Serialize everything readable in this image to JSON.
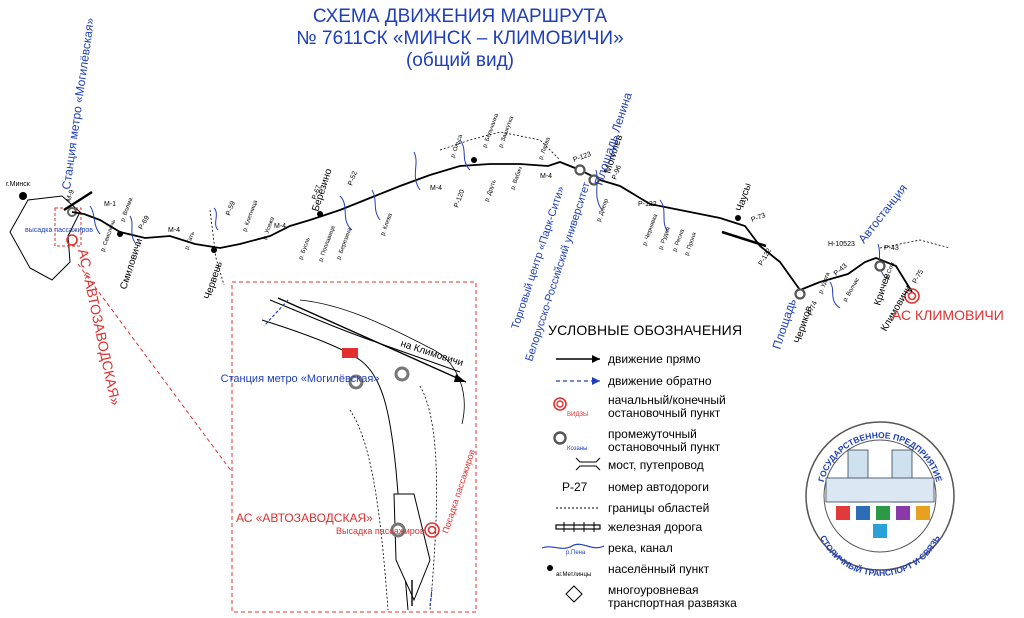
{
  "title": {
    "line1": "СХЕМА ДВИЖЕНИЯ МАРШРУТА",
    "line2": "№ 7611СК «МИНСК – КЛИМОВИЧИ»",
    "line3": "(общий вид)"
  },
  "stops": {
    "metro_mogilevskaya": "Станция метро «Могилёвская»",
    "as_avtozavodskaya": "АС «АВТОЗАВОДСКАЯ»",
    "trade_center": "Торговый центр «Парк-Сити»",
    "university": "Белорусско-Российский университет",
    "ploshchad_lenina": "Площадь Ленина",
    "avtostantsiya": "Автостанция",
    "ploshchad": "Площадь",
    "as_klimovichi": "АС КЛИМОВИЧИ"
  },
  "settlements": {
    "minsk": "г.Минск",
    "smilovichi": "Смиловичи",
    "cherven": "Червень",
    "berezino": "Березино",
    "mogilev": "Могилев",
    "chausy": "Чаусы",
    "cherikov": "Чериков",
    "krichev": "Кричев",
    "klimovichi": "Климовичи"
  },
  "roads": [
    "М-9",
    "М-1",
    "Р-69",
    "М-4",
    "Р-59",
    "Р-67",
    "Р-52",
    "Р-120",
    "Р-123",
    "Р-96",
    "Р-122",
    "Р-73",
    "Р-43",
    "Р-74",
    "Н-10523",
    "Р-75"
  ],
  "rivers": [
    "р. Свислочь",
    "р. Волма",
    "р. Гать",
    "р. Клетница",
    "р. Усяжа",
    "р. Бузянка",
    "р. Бусль",
    "р. Поплавица",
    "р. Березина",
    "р. Ола",
    "р. Клева",
    "р. Ольса",
    "р. Вабич",
    "р. Друть",
    "р. Лахва",
    "р. Днепр",
    "р. Рудея",
    "р. Проня",
    "р. Сож",
    "р. Удога",
    "р. Волчас",
    "р. Бельчанка",
    "р. Свислочь",
    "р. Чернявка",
    "р. Ресна",
    "р. Лебедь",
    "р. Зашкутка"
  ],
  "inset": {
    "direction": "на Климовичи",
    "metro_label": "Станция метро «Могилёвская»",
    "as_label": "АС «АВТОЗАВОДСКАЯ»",
    "dropoff": "Высадка пассажиров",
    "boarding": "Посадка пассажиров"
  },
  "main_map_dropoff": "высадка пассажиров",
  "legend": {
    "title": "УСЛОВНЫЕ ОБОЗНАЧЕНИЯ",
    "forward": "движение прямо",
    "backward": "движение обратно",
    "terminal": "начальный/конечный остановочный пункт",
    "terminal_sample": "ВИДЗЫ",
    "intermediate": "промежуточный остановочный пункт",
    "intermediate_sample": "Козаны",
    "bridge": "мост, путепровод",
    "road_number_sample": "Р-27",
    "road_number": "номер автодороги",
    "borders": "границы областей",
    "railway": "железная дорога",
    "river": "река, канал",
    "river_sample": "р.Пена",
    "settlement": "населённый пункт",
    "settlement_sample": "аг.Метлинцы",
    "interchange": "многоуровневая транспортная развязка"
  },
  "logo": {
    "top_text": "ГОСУДАРСТВЕННОЕ ПРЕДПРИЯТИЕ",
    "bottom_text": "СТОЛИЧНЫЙ ТРАНСПОРТ И СВЯЗЬ"
  },
  "colors": {
    "title_blue": "#1f3fb8",
    "terminal_red": "#e03030",
    "route_black": "#000000"
  }
}
